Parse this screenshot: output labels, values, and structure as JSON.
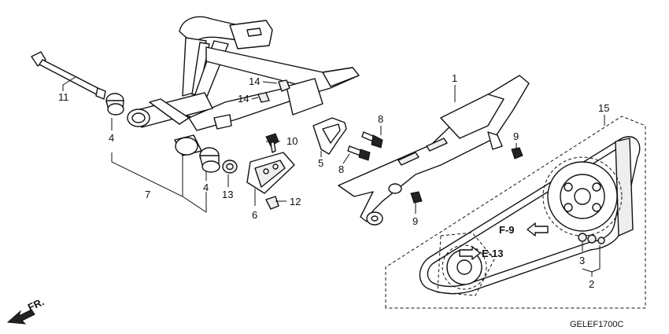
{
  "diagram": {
    "code": "GELEF1700C",
    "direction_label": "FR.",
    "references": {
      "f9": "F-9",
      "e13": "E-13"
    },
    "callouts": {
      "c1": "1",
      "c2": "2",
      "c3": "3",
      "c4a": "4",
      "c4b": "4",
      "c5": "5",
      "c6": "6",
      "c7": "7",
      "c8a": "8",
      "c8b": "8",
      "c9a": "9",
      "c9b": "9",
      "c10": "10",
      "c11": "11",
      "c12": "12",
      "c13": "13",
      "c14a": "14",
      "c14b": "14",
      "c15": "15"
    }
  }
}
